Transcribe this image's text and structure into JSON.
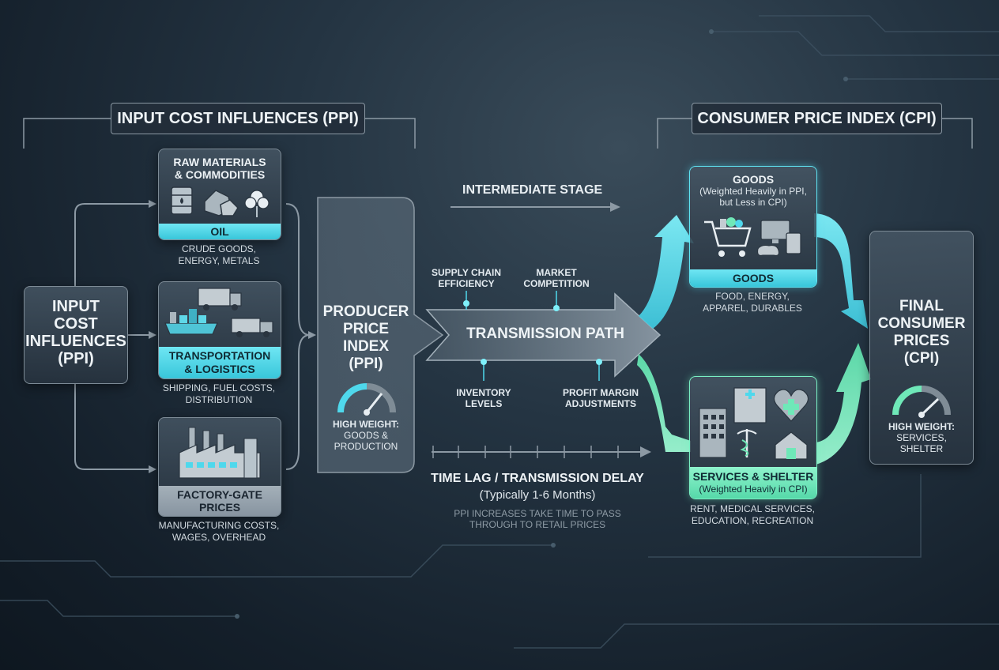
{
  "headers": {
    "left": "INPUT COST INFLUENCES (PPI)",
    "right": "CONSUMER PRICE INDEX (CPI)"
  },
  "input_box": {
    "line1": "INPUT",
    "line2": "COST",
    "line3": "INFLUENCES",
    "line4": "(PPI)"
  },
  "raw": {
    "title1": "RAW MATERIALS",
    "title2": "& COMMODITIES",
    "band": "OIL",
    "caption1": "CRUDE GOODS,",
    "caption2": "ENERGY, METALS"
  },
  "transport": {
    "band1": "TRANSPORTATION",
    "band2": "& LOGISTICS",
    "caption1": "SHIPPING, FUEL COSTS,",
    "caption2": "DISTRIBUTION"
  },
  "factory": {
    "band1": "FACTORY-GATE",
    "band2": "PRICES",
    "caption1": "MANUFACTURING COSTS,",
    "caption2": "WAGES, OVERHEAD"
  },
  "ppi": {
    "line1": "PRODUCER",
    "line2": "PRICE",
    "line3": "INDEX",
    "line4": "(PPI)",
    "weight1": "HIGH WEIGHT:",
    "weight2": "GOODS &",
    "weight3": "PRODUCTION"
  },
  "intermediate": "INTERMEDIATE STAGE",
  "transmission": "TRANSMISSION PATH",
  "factors": {
    "supply1": "SUPPLY CHAIN",
    "supply2": "EFFICIENCY",
    "market1": "MARKET",
    "market2": "COMPETITION",
    "inventory1": "INVENTORY",
    "inventory2": "LEVELS",
    "profit1": "PROFIT MARGIN",
    "profit2": "ADJUSTMENTS"
  },
  "lag": {
    "title": "TIME LAG / TRANSMISSION DELAY",
    "sub": "(Typically 1-6 Months)",
    "note1": "PPI INCREASES TAKE TIME TO PASS",
    "note2": "THROUGH TO RETAIL PRICES"
  },
  "goods": {
    "title": "GOODS",
    "sub1": "(Weighted Heavily in PPI,",
    "sub2": "but Less in CPI)",
    "band": "GOODS",
    "caption1": "FOOD, ENERGY,",
    "caption2": "APPAREL, DURABLES"
  },
  "services": {
    "band": "SERVICES & SHELTER",
    "band_sub": "(Weighted Heavily in CPI)",
    "caption1": "RENT, MEDICAL SERVICES,",
    "caption2": "EDUCATION, RECREATION"
  },
  "final": {
    "line1": "FINAL",
    "line2": "CONSUMER",
    "line3": "PRICES",
    "line4": "(CPI)",
    "weight1": "HIGH WEIGHT:",
    "weight2": "SERVICES,",
    "weight3": "SHELTER"
  },
  "colors": {
    "cyan": "#4fd8ec",
    "mint": "#6fe8b8",
    "line": "#8c99a4"
  }
}
